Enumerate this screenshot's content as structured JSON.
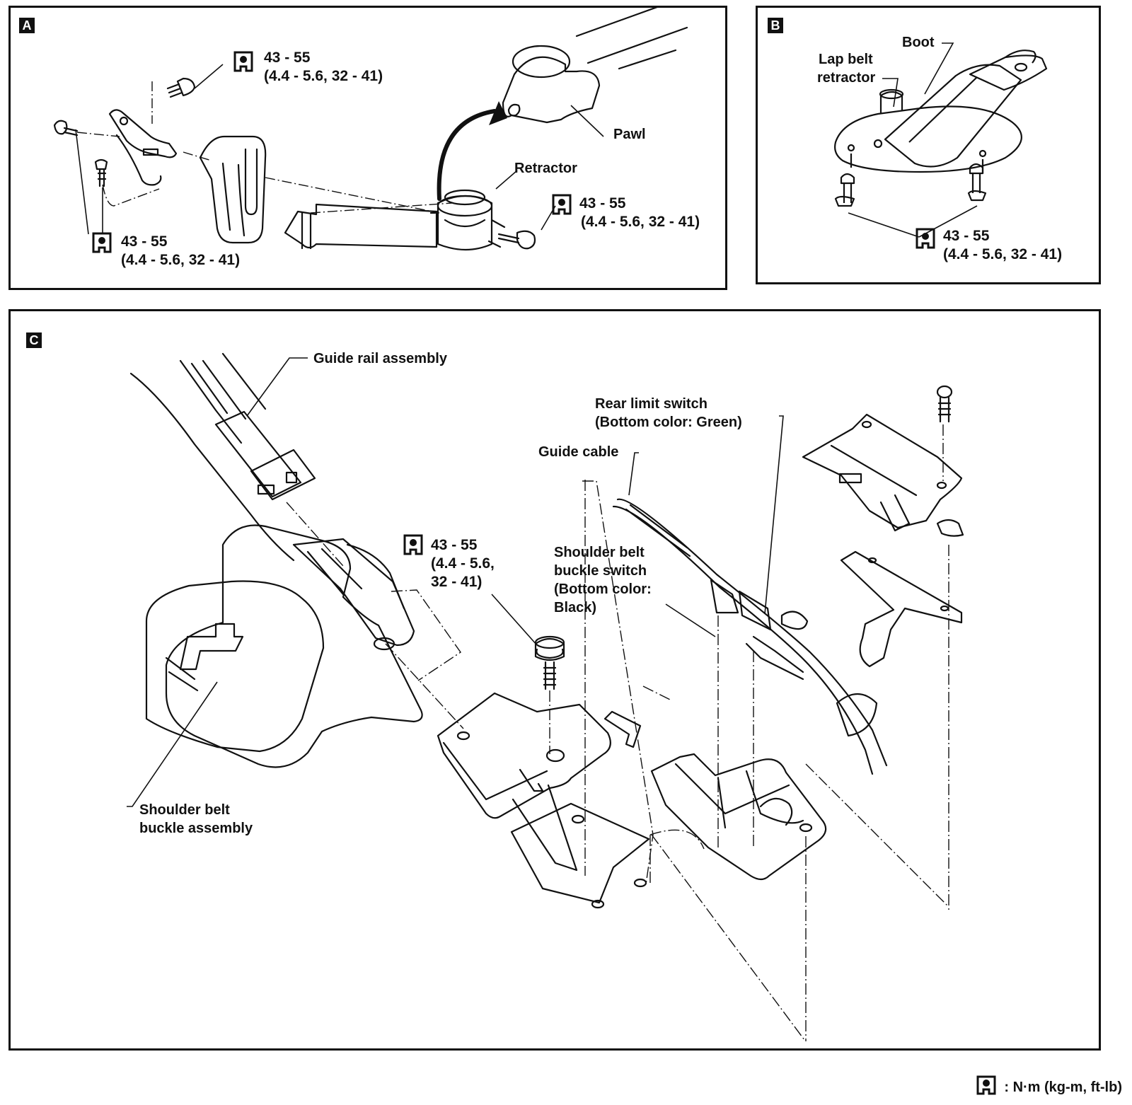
{
  "panels": {
    "a": {
      "tag": "A",
      "torque_1": {
        "value": "43 - 55",
        "alt": "(4.4 - 5.6, 32 - 41)"
      },
      "torque_2": {
        "value": "43 - 55",
        "alt": "(4.4 - 5.6, 32 - 41)"
      },
      "torque_3": {
        "value": "43 - 55",
        "alt": "(4.4 - 5.6, 32 - 41)"
      },
      "labels": {
        "pawl": "Pawl",
        "retractor": "Retractor"
      }
    },
    "b": {
      "tag": "B",
      "torque": {
        "value": "43 - 55",
        "alt": "(4.4 - 5.6, 32 - 41)"
      },
      "labels": {
        "boot": "Boot",
        "lap_belt_retractor_1": "Lap belt",
        "lap_belt_retractor_2": "retractor"
      }
    },
    "c": {
      "tag": "C",
      "torque": {
        "value": "43 - 55",
        "alt_1": "(4.4 - 5.6,",
        "alt_2": "32 - 41)"
      },
      "labels": {
        "guide_rail": "Guide rail assembly",
        "rear_limit_1": "Rear limit switch",
        "rear_limit_2": "(Bottom color:  Green)",
        "guide_cable": "Guide cable",
        "sb_switch_1": "Shoulder belt",
        "sb_switch_2": "buckle switch",
        "sb_switch_3": "(Bottom color:",
        "sb_switch_4": "Black)",
        "sb_buckle_1": "Shoulder belt",
        "sb_buckle_2": "buckle assembly"
      }
    }
  },
  "legend": {
    "text": ":  N·m (kg-m, ft-lb)"
  }
}
